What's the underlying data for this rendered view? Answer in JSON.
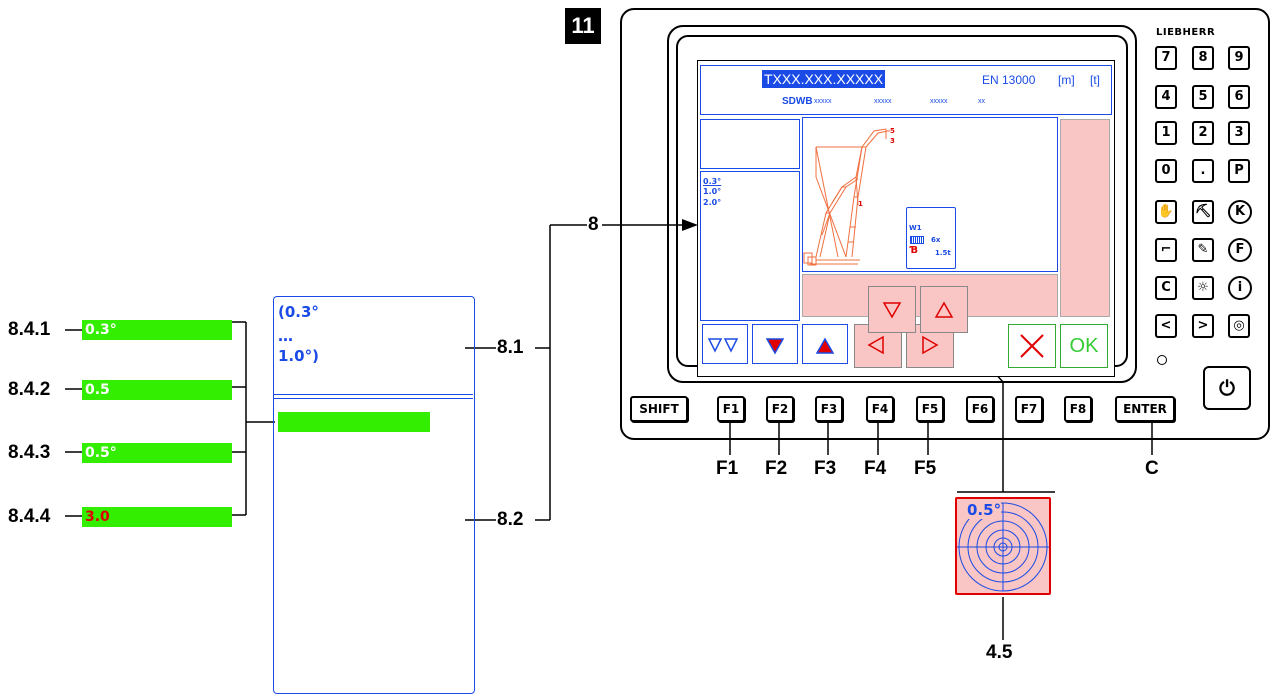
{
  "figure_number": "11",
  "brand_logo": "LIEBHERR",
  "screen": {
    "title_highlight": "TXXX.XXX.XXXXX",
    "standard": "EN 13000",
    "unit_length": "[m]",
    "unit_weight": "[t]",
    "sub_label": "SDWB",
    "sub_values": [
      "xxxxx",
      "xxxxx",
      "xxxxx",
      "xx"
    ],
    "left_panel_values": [
      "0.3°",
      "1.0°",
      "2.0°"
    ],
    "crane_markers": [
      "5",
      "3",
      "1"
    ],
    "winch": {
      "name": "W1",
      "reeving": "6x",
      "load": "1.5t"
    },
    "ok_label": "OK"
  },
  "keypad": {
    "digits": [
      "7",
      "8",
      "9",
      "4",
      "5",
      "6",
      "1",
      "2",
      "3",
      "0",
      ".",
      "P"
    ],
    "letter_keys": [
      "K",
      "F",
      "C",
      "i"
    ]
  },
  "function_keys": [
    "SHIFT",
    "F1",
    "F2",
    "F3",
    "F4",
    "F5",
    "F6",
    "F7",
    "F8",
    "ENTER"
  ],
  "function_callouts": [
    "F1",
    "F2",
    "F3",
    "F4",
    "F5",
    "C"
  ],
  "callouts": {
    "c8": "8",
    "c81": "8.1",
    "c82": "8.2",
    "c45": "4.5"
  },
  "detail_panel": {
    "line1": "(0.3°",
    "line2": "…",
    "line3": "1.0°)"
  },
  "side_items": [
    {
      "label": "8.4.1",
      "value": "0.3°",
      "value_color": "#ffffff"
    },
    {
      "label": "8.4.2",
      "value": "0.5",
      "value_color": "#ffffff"
    },
    {
      "label": "8.4.3",
      "value": "0.5°",
      "value_color": "#ffffff"
    },
    {
      "label": "8.4.4",
      "value": "3.0",
      "value_color": "#e00000"
    }
  ],
  "level_indicator": {
    "value": "0.5°"
  },
  "colors": {
    "screen_blue": "#1a4be6",
    "crane_orange": "#f07040",
    "pink": "#f9c5c5",
    "green": "#33ee00",
    "red": "#e00000"
  }
}
